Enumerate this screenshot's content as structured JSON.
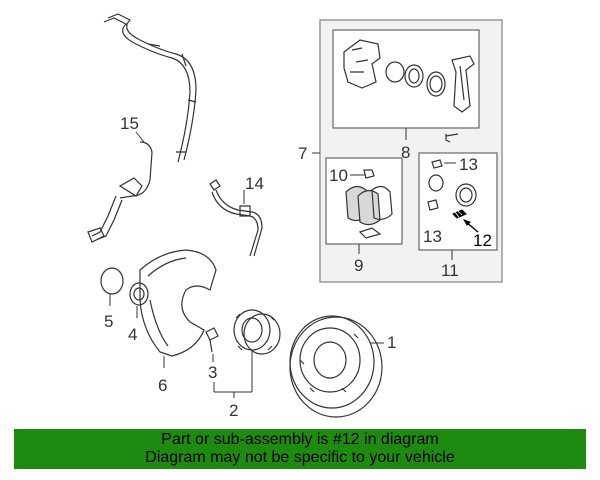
{
  "callouts": {
    "c1": "1",
    "c2": "2",
    "c3": "3",
    "c4": "4",
    "c5": "5",
    "c6": "6",
    "c7": "7",
    "c8": "8",
    "c9": "9",
    "c10": "10",
    "c11": "11",
    "c12": "12",
    "c13a": "13",
    "c13b": "13",
    "c14": "14",
    "c15": "15"
  },
  "highlighted_part": "12",
  "colors": {
    "banner": "#1f8a10",
    "line": "#333333",
    "panel_border": "#999999",
    "panel_fill": "#f2f2f2"
  },
  "banner": {
    "line1": "Part or sub-assembly is #12 in diagram",
    "line2": "Diagram may not be specific to your vehicle"
  }
}
